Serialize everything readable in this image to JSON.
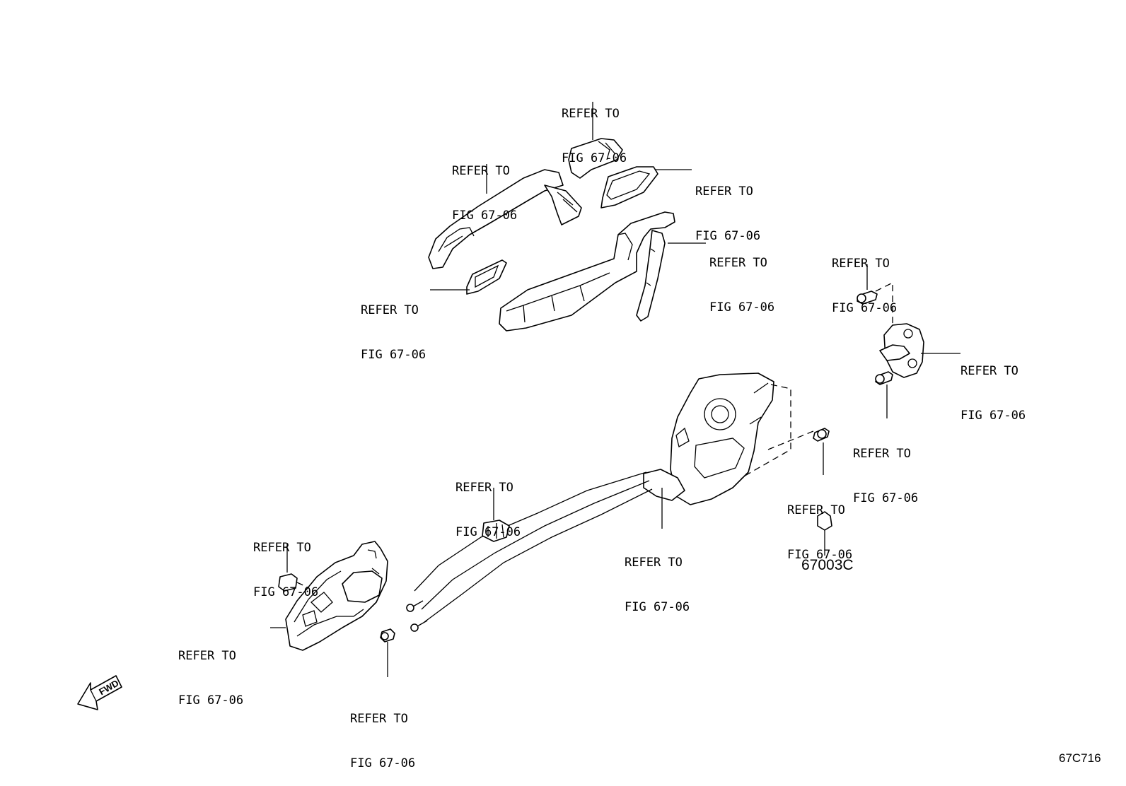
{
  "callouts": [
    {
      "id": "outer-handle-cover-top",
      "line1": "REFER TO",
      "line2": "FIG 67-06"
    },
    {
      "id": "outer-handle",
      "line1": "REFER TO",
      "line2": "FIG 67-06"
    },
    {
      "id": "handle-pad-right",
      "line1": "REFER TO",
      "line2": "FIG 67-06"
    },
    {
      "id": "handle-frame",
      "line1": "REFER TO",
      "line2": "FIG 67-06"
    },
    {
      "id": "handle-pad-left",
      "line1": "REFER TO",
      "line2": "FIG 67-06"
    },
    {
      "id": "striker-screw-top",
      "line1": "REFER TO",
      "line2": "FIG 67-06"
    },
    {
      "id": "striker",
      "line1": "REFER TO",
      "line2": "FIG 67-06"
    },
    {
      "id": "striker-screw-bottom",
      "line1": "REFER TO",
      "line2": "FIG 67-06"
    },
    {
      "id": "cable-clip",
      "line1": "REFER TO",
      "line2": "FIG 67-06"
    },
    {
      "id": "lock-screw",
      "line1": "REFER TO",
      "line2": "FIG 67-06"
    },
    {
      "id": "lock-cable",
      "line1": "REFER TO",
      "line2": "FIG 67-06"
    },
    {
      "id": "inner-clip",
      "line1": "REFER TO",
      "line2": "FIG 67-06"
    },
    {
      "id": "inner-handle",
      "line1": "REFER TO",
      "line2": "FIG 67-06"
    },
    {
      "id": "inner-handle-screw",
      "line1": "REFER TO",
      "line2": "FIG 67-06"
    }
  ],
  "part_number": "67003C",
  "direction_label": "FWD",
  "figure_code": "67C716"
}
